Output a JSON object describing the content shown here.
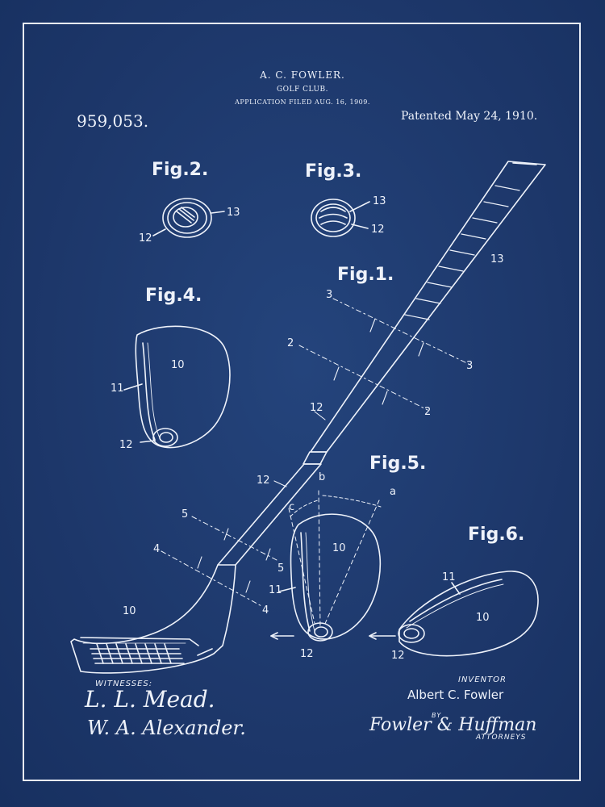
{
  "header": {
    "inventor_name": "A. C. FOWLER.",
    "subject": "GOLF CLUB.",
    "filed": "APPLICATION FILED AUG. 16, 1909.",
    "patent_number": "959,053.",
    "patented_date": "Patented May 24, 1910."
  },
  "figures": {
    "fig1": "Fig.1.",
    "fig2": "Fig.2.",
    "fig3": "Fig.3.",
    "fig4": "Fig.4.",
    "fig5": "Fig.5.",
    "fig6": "Fig.6."
  },
  "ref_numbers": {
    "n10": "10",
    "n11": "11",
    "n12": "12",
    "n13": "13",
    "n2": "2",
    "n3": "3",
    "n4": "4",
    "n5": "5",
    "na": "a",
    "nb": "b",
    "nc": "c"
  },
  "footer": {
    "witnesses_label": "WITNESSES:",
    "witness_1": "L. L. Mead.",
    "witness_2": "W. A. Alexander.",
    "inventor_label": "INVENTOR",
    "inventor_full": "Albert C. Fowler",
    "by_label": "BY",
    "attorneys_sig": "Fowler & Huffman",
    "attorneys_label": "ATTORNEYS"
  },
  "colors": {
    "paper": "#1f3a6e",
    "ink": "#eef2fa",
    "outer_margin": "#cfd8e6"
  }
}
